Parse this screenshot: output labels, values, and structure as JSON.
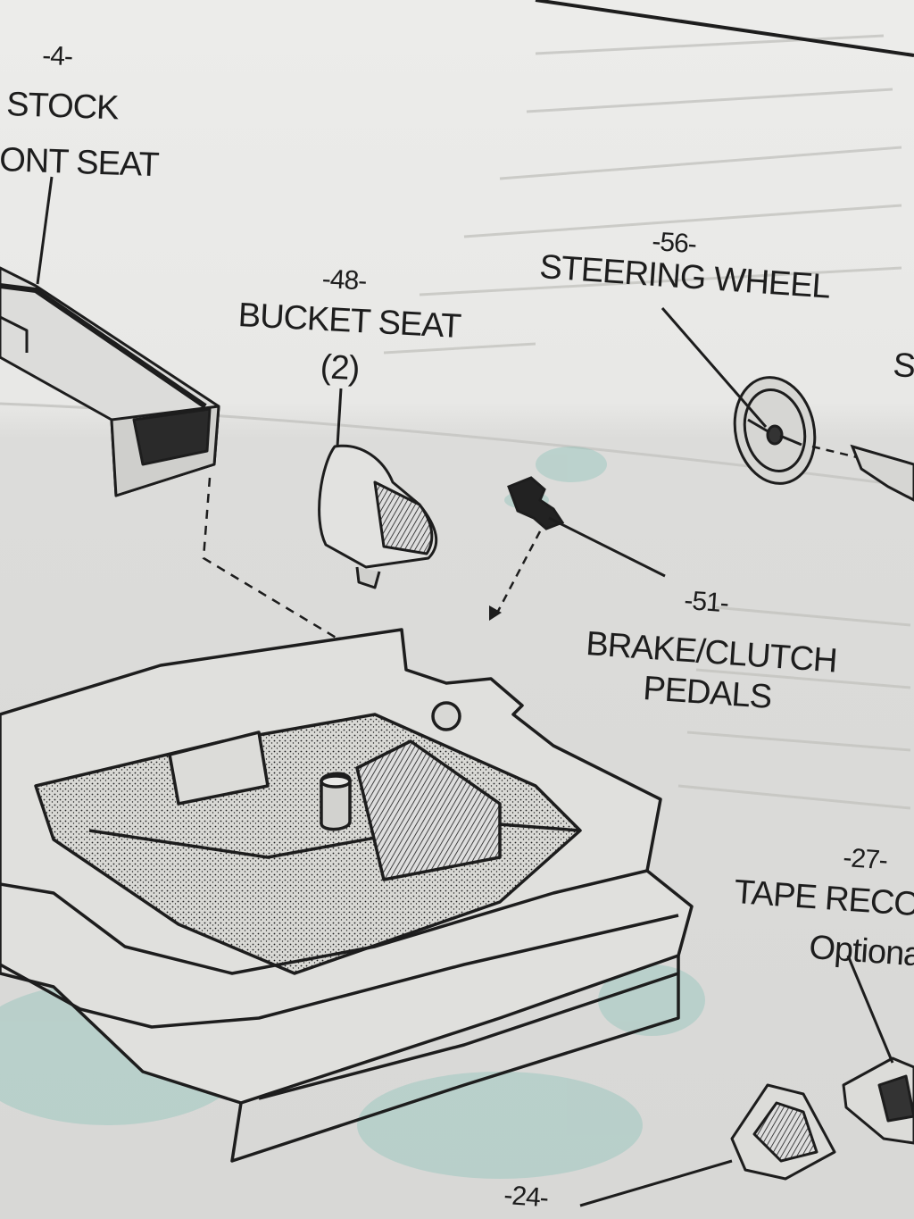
{
  "callouts": [
    {
      "id": "stock-front-seat",
      "number": "-4-",
      "lines": [
        "STOCK",
        "ONT SEAT"
      ]
    },
    {
      "id": "bucket-seat",
      "number": "-48-",
      "lines": [
        "BUCKET SEAT",
        "(2)"
      ]
    },
    {
      "id": "steering-wheel",
      "number": "-56-",
      "lines": [
        "STEERING WHEEL"
      ]
    },
    {
      "id": "partial-s",
      "number": "",
      "lines": [
        "S"
      ]
    },
    {
      "id": "brake-clutch-pedals",
      "number": "-51-",
      "lines": [
        "BRAKE/CLUTCH",
        "PEDALS"
      ]
    },
    {
      "id": "tape-recorder",
      "number": "-27-",
      "lines": [
        "TAPE RECO",
        "Optiona"
      ]
    },
    {
      "id": "part-24",
      "number": "-24-",
      "lines": []
    }
  ],
  "colors": {
    "paper": "#e6e6e4",
    "ink": "#1d1d1d",
    "stain": "#7fbfb4"
  }
}
